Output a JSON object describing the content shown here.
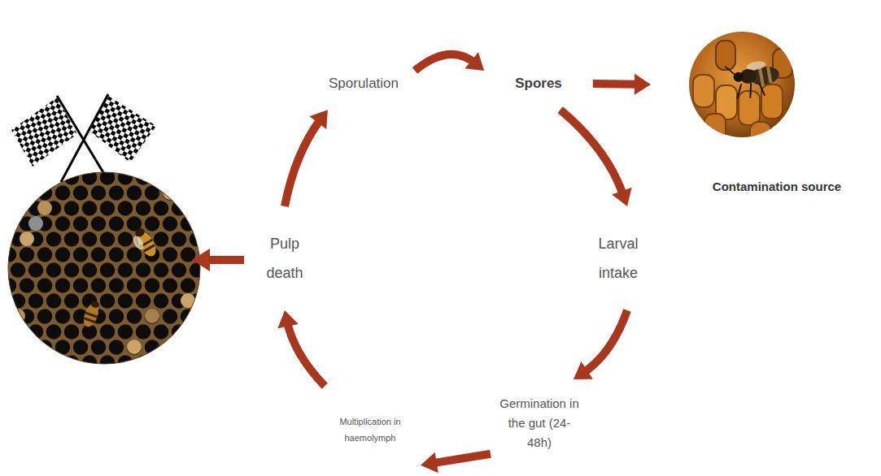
{
  "diagram": {
    "nodes": [
      {
        "text": [
          "Sporulation"
        ]
      },
      {
        "text": [
          "Spores"
        ]
      },
      {
        "text": [
          "Larval intake"
        ]
      },
      {
        "text": [
          "Germination in the gut (24-48h)"
        ]
      },
      {
        "text": [
          "Multiplication in haemolymph"
        ]
      },
      {
        "text": [
          "Pulp death"
        ]
      },
      {
        "text": [
          "Contamination source"
        ]
      }
    ],
    "edges": [
      {
        "from": 0,
        "to": 1,
        "arrow": "to"
      },
      {
        "from": 1,
        "to": 2,
        "arrow": "to"
      },
      {
        "from": 2,
        "to": 3,
        "arrow": "to"
      },
      {
        "from": 3,
        "to": 4,
        "arrow": "to"
      },
      {
        "from": 4,
        "to": 5,
        "arrow": "to"
      },
      {
        "from": 5,
        "to": 0,
        "arrow": "to"
      },
      {
        "from": 1,
        "to": 6,
        "arrow": "to"
      }
    ]
  }
}
